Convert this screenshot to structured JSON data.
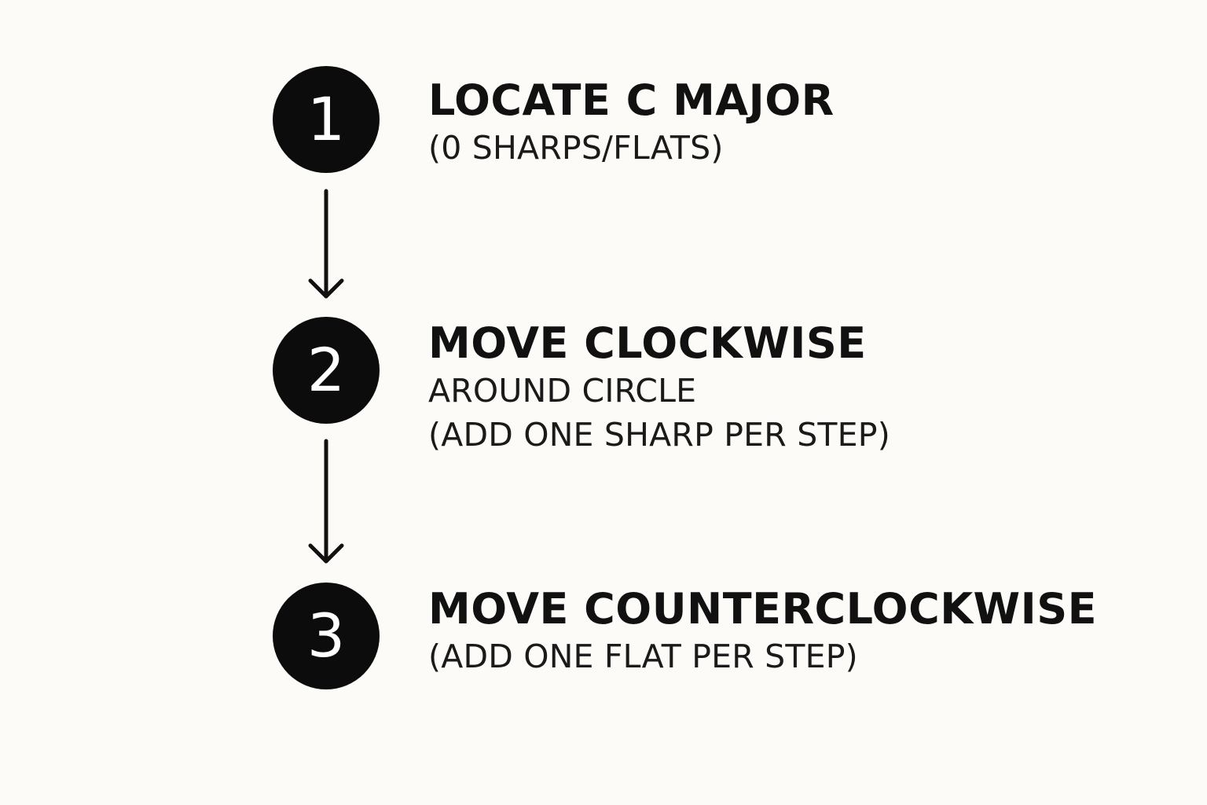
{
  "steps": [
    {
      "number": "1",
      "title": "LOCATE C MAJOR",
      "details": [
        "(0 SHARPS/FLATS)"
      ]
    },
    {
      "number": "2",
      "title": "MOVE CLOCKWISE",
      "details": [
        "AROUND CIRCLE",
        "(ADD ONE SHARP PER STEP)"
      ]
    },
    {
      "number": "3",
      "title": "MOVE COUNTERCLOCKWISE",
      "details": [
        "(ADD ONE FLAT PER STEP)"
      ]
    }
  ],
  "colors": {
    "background": "#fcfbf7",
    "badge": "#0c0c0c",
    "badge_text": "#ffffff",
    "text": "#111111",
    "arrow": "#111111"
  }
}
